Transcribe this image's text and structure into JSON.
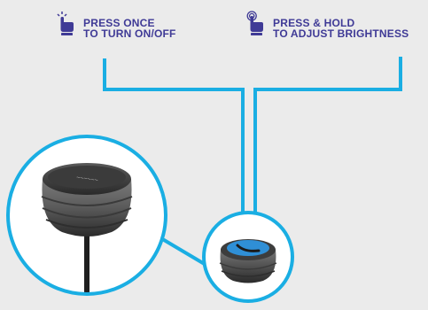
{
  "instructions": {
    "press_once": {
      "line1": "PRESS ONCE",
      "line2": "TO TURN ON/OFF",
      "icon": "tap-finger-icon"
    },
    "press_hold": {
      "line1": "PRESS & HOLD",
      "line2": "TO ADJUST BRIGHTNESS",
      "icon": "hold-finger-icon"
    }
  },
  "colors": {
    "background": "#ebebeb",
    "accent_blue": "#1aaee3",
    "text_navy": "#3f3a96",
    "device_dark": "#2a2a2a",
    "button_blue": "#2f8fd6"
  },
  "device": {
    "top_label": "[logo]",
    "icon": "lamp-button-icon"
  }
}
